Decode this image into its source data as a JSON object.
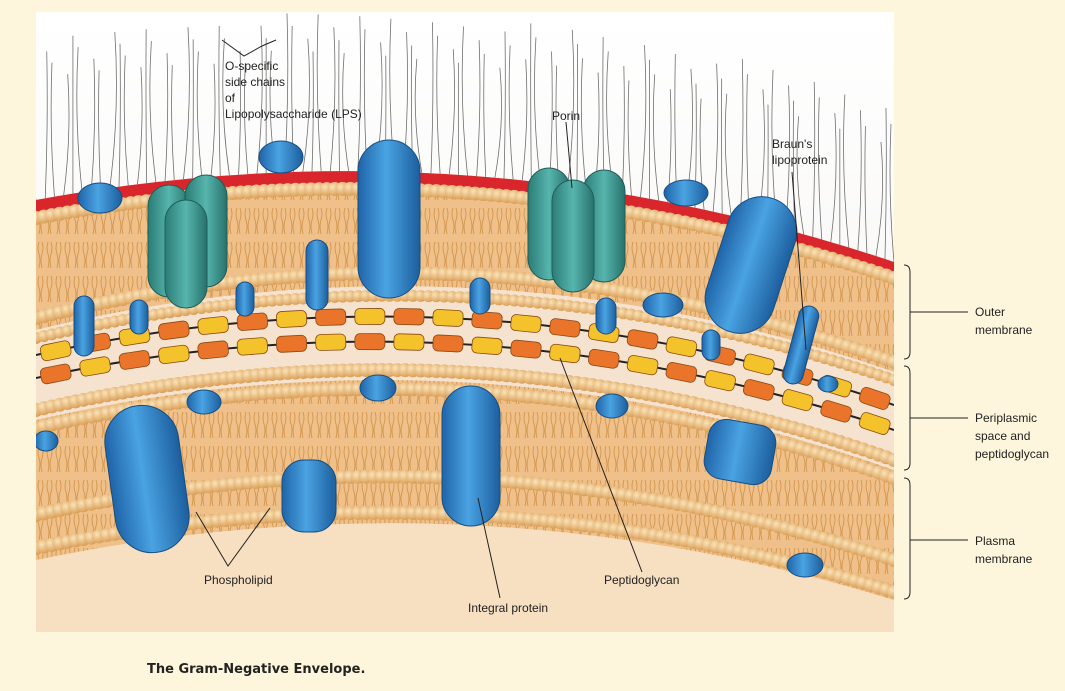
{
  "labels": {
    "lps": [
      "O-specific",
      "side chains",
      "of",
      "Lipopolysaccharide (LPS)"
    ],
    "porin": "Porin",
    "braun": [
      "Braun's",
      "lipoprotein"
    ],
    "outer": [
      "Outer",
      "membrane"
    ],
    "periplasmic": [
      "Periplasmic",
      "space and",
      "peptidoglycan"
    ],
    "plasma": [
      "Plasma",
      "membrane"
    ],
    "phospholipid": "Phospholipid",
    "integral": "Integral protein",
    "peptidoglycan": "Peptidoglycan"
  },
  "caption": "The Gram-Negative Envelope.",
  "colors": {
    "background": "#fdf6dc",
    "lps_red": "#d9262c",
    "protein_blue": "#2f86c9",
    "porin_teal": "#3f9f98",
    "peptidoglycan_orange": "#e9742a",
    "peptidoglycan_yellow": "#f4c22a",
    "lipid_head": "#f1c68a"
  }
}
